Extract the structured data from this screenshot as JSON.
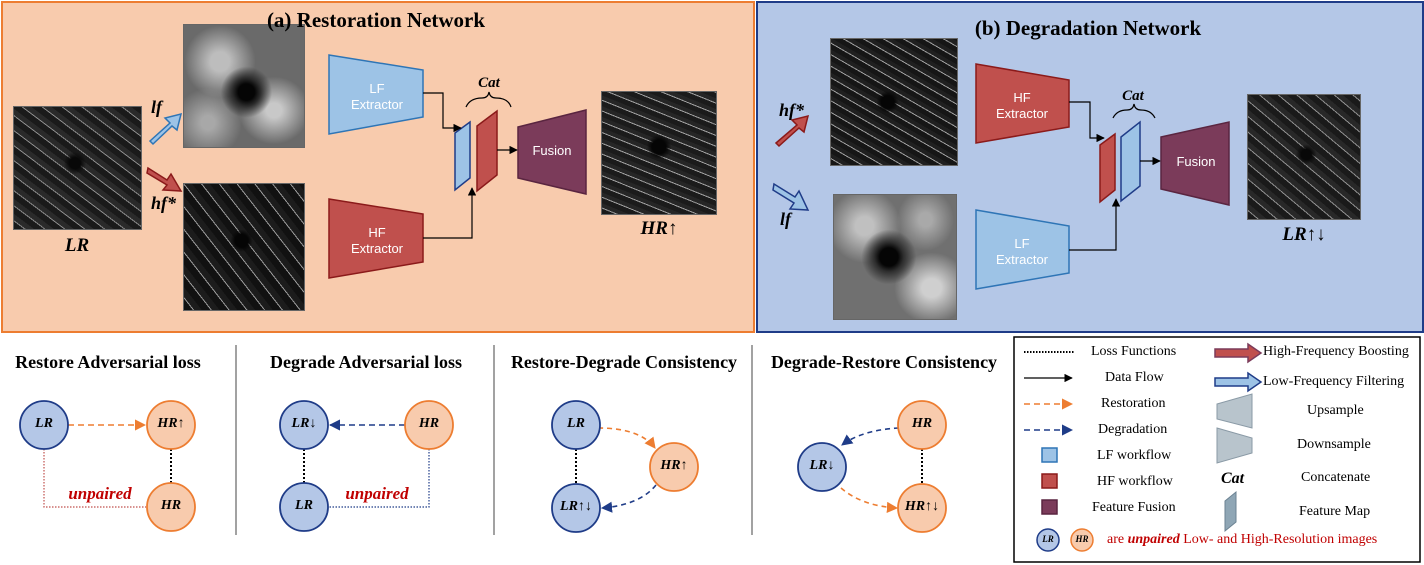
{
  "panels": {
    "restoration": {
      "title": "(a) Restoration Network",
      "input_label": "LR",
      "lf_label": "lf",
      "hf_label": "hf*",
      "lf_extractor": [
        "LF",
        "Extractor"
      ],
      "hf_extractor": [
        "HF",
        "Extractor"
      ],
      "cat_label": "Cat",
      "fusion_label": "Fusion",
      "output_label": "HR↑",
      "colors": {
        "bg": "#f8cbad",
        "border": "#ed7d31"
      }
    },
    "degradation": {
      "title": "(b) Degradation Network",
      "hf_label": "hf*",
      "lf_label": "lf",
      "hf_extractor": [
        "HF",
        "Extractor"
      ],
      "lf_extractor": [
        "LF",
        "Extractor"
      ],
      "cat_label": "Cat",
      "fusion_label": "Fusion",
      "output_label": "LR↑↓",
      "colors": {
        "bg": "#b4c7e7",
        "border": "#1f3c88"
      }
    }
  },
  "losses": [
    {
      "title": "Restore Adversarial loss",
      "nodes": [
        "LR",
        "HR↑",
        "HR"
      ],
      "pair_label": "unpaired"
    },
    {
      "title": "Degrade Adversarial loss",
      "nodes": [
        "LR↓",
        "HR",
        "LR"
      ],
      "pair_label": "unpaired"
    },
    {
      "title": "Restore-Degrade Consistency",
      "nodes": [
        "LR",
        "HR↑",
        "LR↑↓"
      ]
    },
    {
      "title": "Degrade-Restore Consistency",
      "nodes": [
        "HR",
        "LR↓",
        "HR↑↓"
      ]
    }
  ],
  "legend": {
    "left": [
      "Loss Functions",
      "Data Flow",
      "Restoration",
      "Degradation",
      "LF workflow",
      "HF workflow",
      "Feature Fusion"
    ],
    "right": [
      "High-Frequency Boosting",
      "Low-Frequency Filtering",
      "Upsample",
      "Downsample",
      "Concatenate",
      "Feature Map"
    ],
    "cat_symbol": "Cat",
    "footer": {
      "lr": "LR",
      "hr": "HR",
      "pre": "are",
      "emph": "unpaired",
      "post": "Low- and High-Resolution images"
    }
  },
  "colors": {
    "lf": "#9dc3e6",
    "lf_border": "#2e75b6",
    "hf": "#c0504d",
    "hf_border": "#8b1a1a",
    "fusion": "#7b3b5a",
    "node_lr": "#b4c7e7",
    "node_lr_border": "#1f3c88",
    "node_hr": "#f8cbad",
    "node_hr_border": "#ed7d31",
    "restoration_arrow": "#ed7d31",
    "degradation_arrow": "#1f3c88",
    "unpaired": "#c00000"
  },
  "icons": [
    "high-frequency-boosting-arrow",
    "low-frequency-filtering-arrow",
    "upsample-trapezoid",
    "downsample-trapezoid",
    "feature-map-parallelogram"
  ]
}
